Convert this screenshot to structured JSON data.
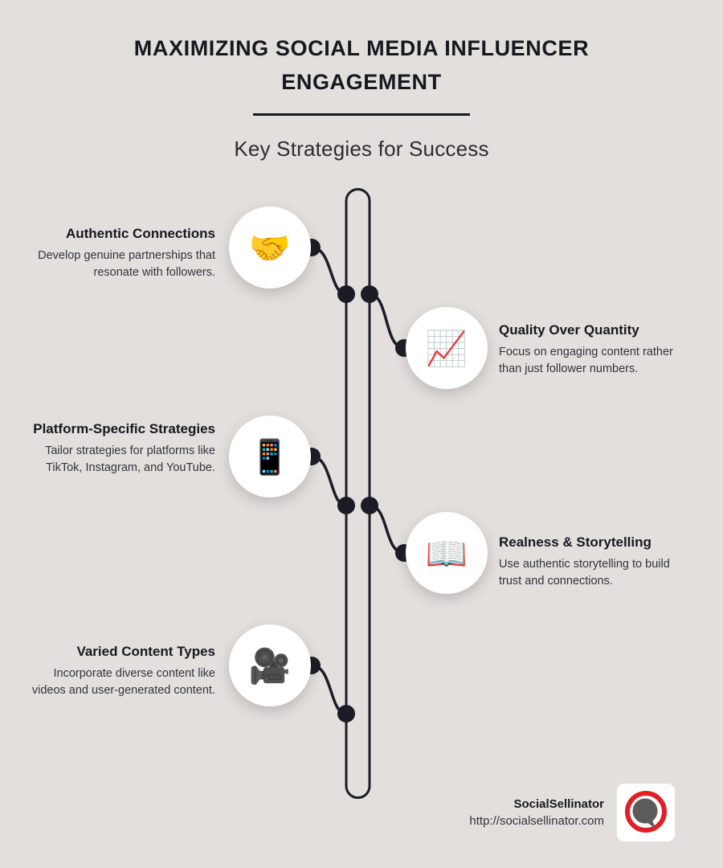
{
  "header": {
    "title": "Maximizing Social Media Influencer Engagement",
    "subtitle": "Key Strategies for Success"
  },
  "colors": {
    "background": "#e3dfdd",
    "ink": "#17171f",
    "body_text": "#33333d",
    "bubble": "#ffffff",
    "logo_ring": "#e02027",
    "logo_bubble": "#5b5b5b"
  },
  "items": [
    {
      "side": "left",
      "icon": "handshake-icon",
      "glyph": "🤝",
      "heading": "Authentic Connections",
      "body": "Develop genuine partnerships that resonate with followers."
    },
    {
      "side": "right",
      "icon": "chart-increasing-icon",
      "glyph": "📈",
      "heading": "Quality Over Quantity",
      "body": "Focus on engaging content rather than just follower numbers."
    },
    {
      "side": "left",
      "icon": "mobile-phone-icon",
      "glyph": "📱",
      "heading": "Platform-Specific Strategies",
      "body": "Tailor strategies for platforms like TikTok, Instagram, and YouTube."
    },
    {
      "side": "right",
      "icon": "open-book-icon",
      "glyph": "📖",
      "heading": "Realness & Storytelling",
      "body": "Use authentic storytelling to build trust and connections."
    },
    {
      "side": "left",
      "icon": "movie-camera-icon",
      "glyph": "🎥",
      "heading": "Varied Content Types",
      "body": "Incorporate diverse content like videos and user-generated content."
    }
  ],
  "footer": {
    "brand_name": "SocialSellinator",
    "url": "http://socialsellinator.com",
    "logo": "socialsellinator-logo"
  }
}
